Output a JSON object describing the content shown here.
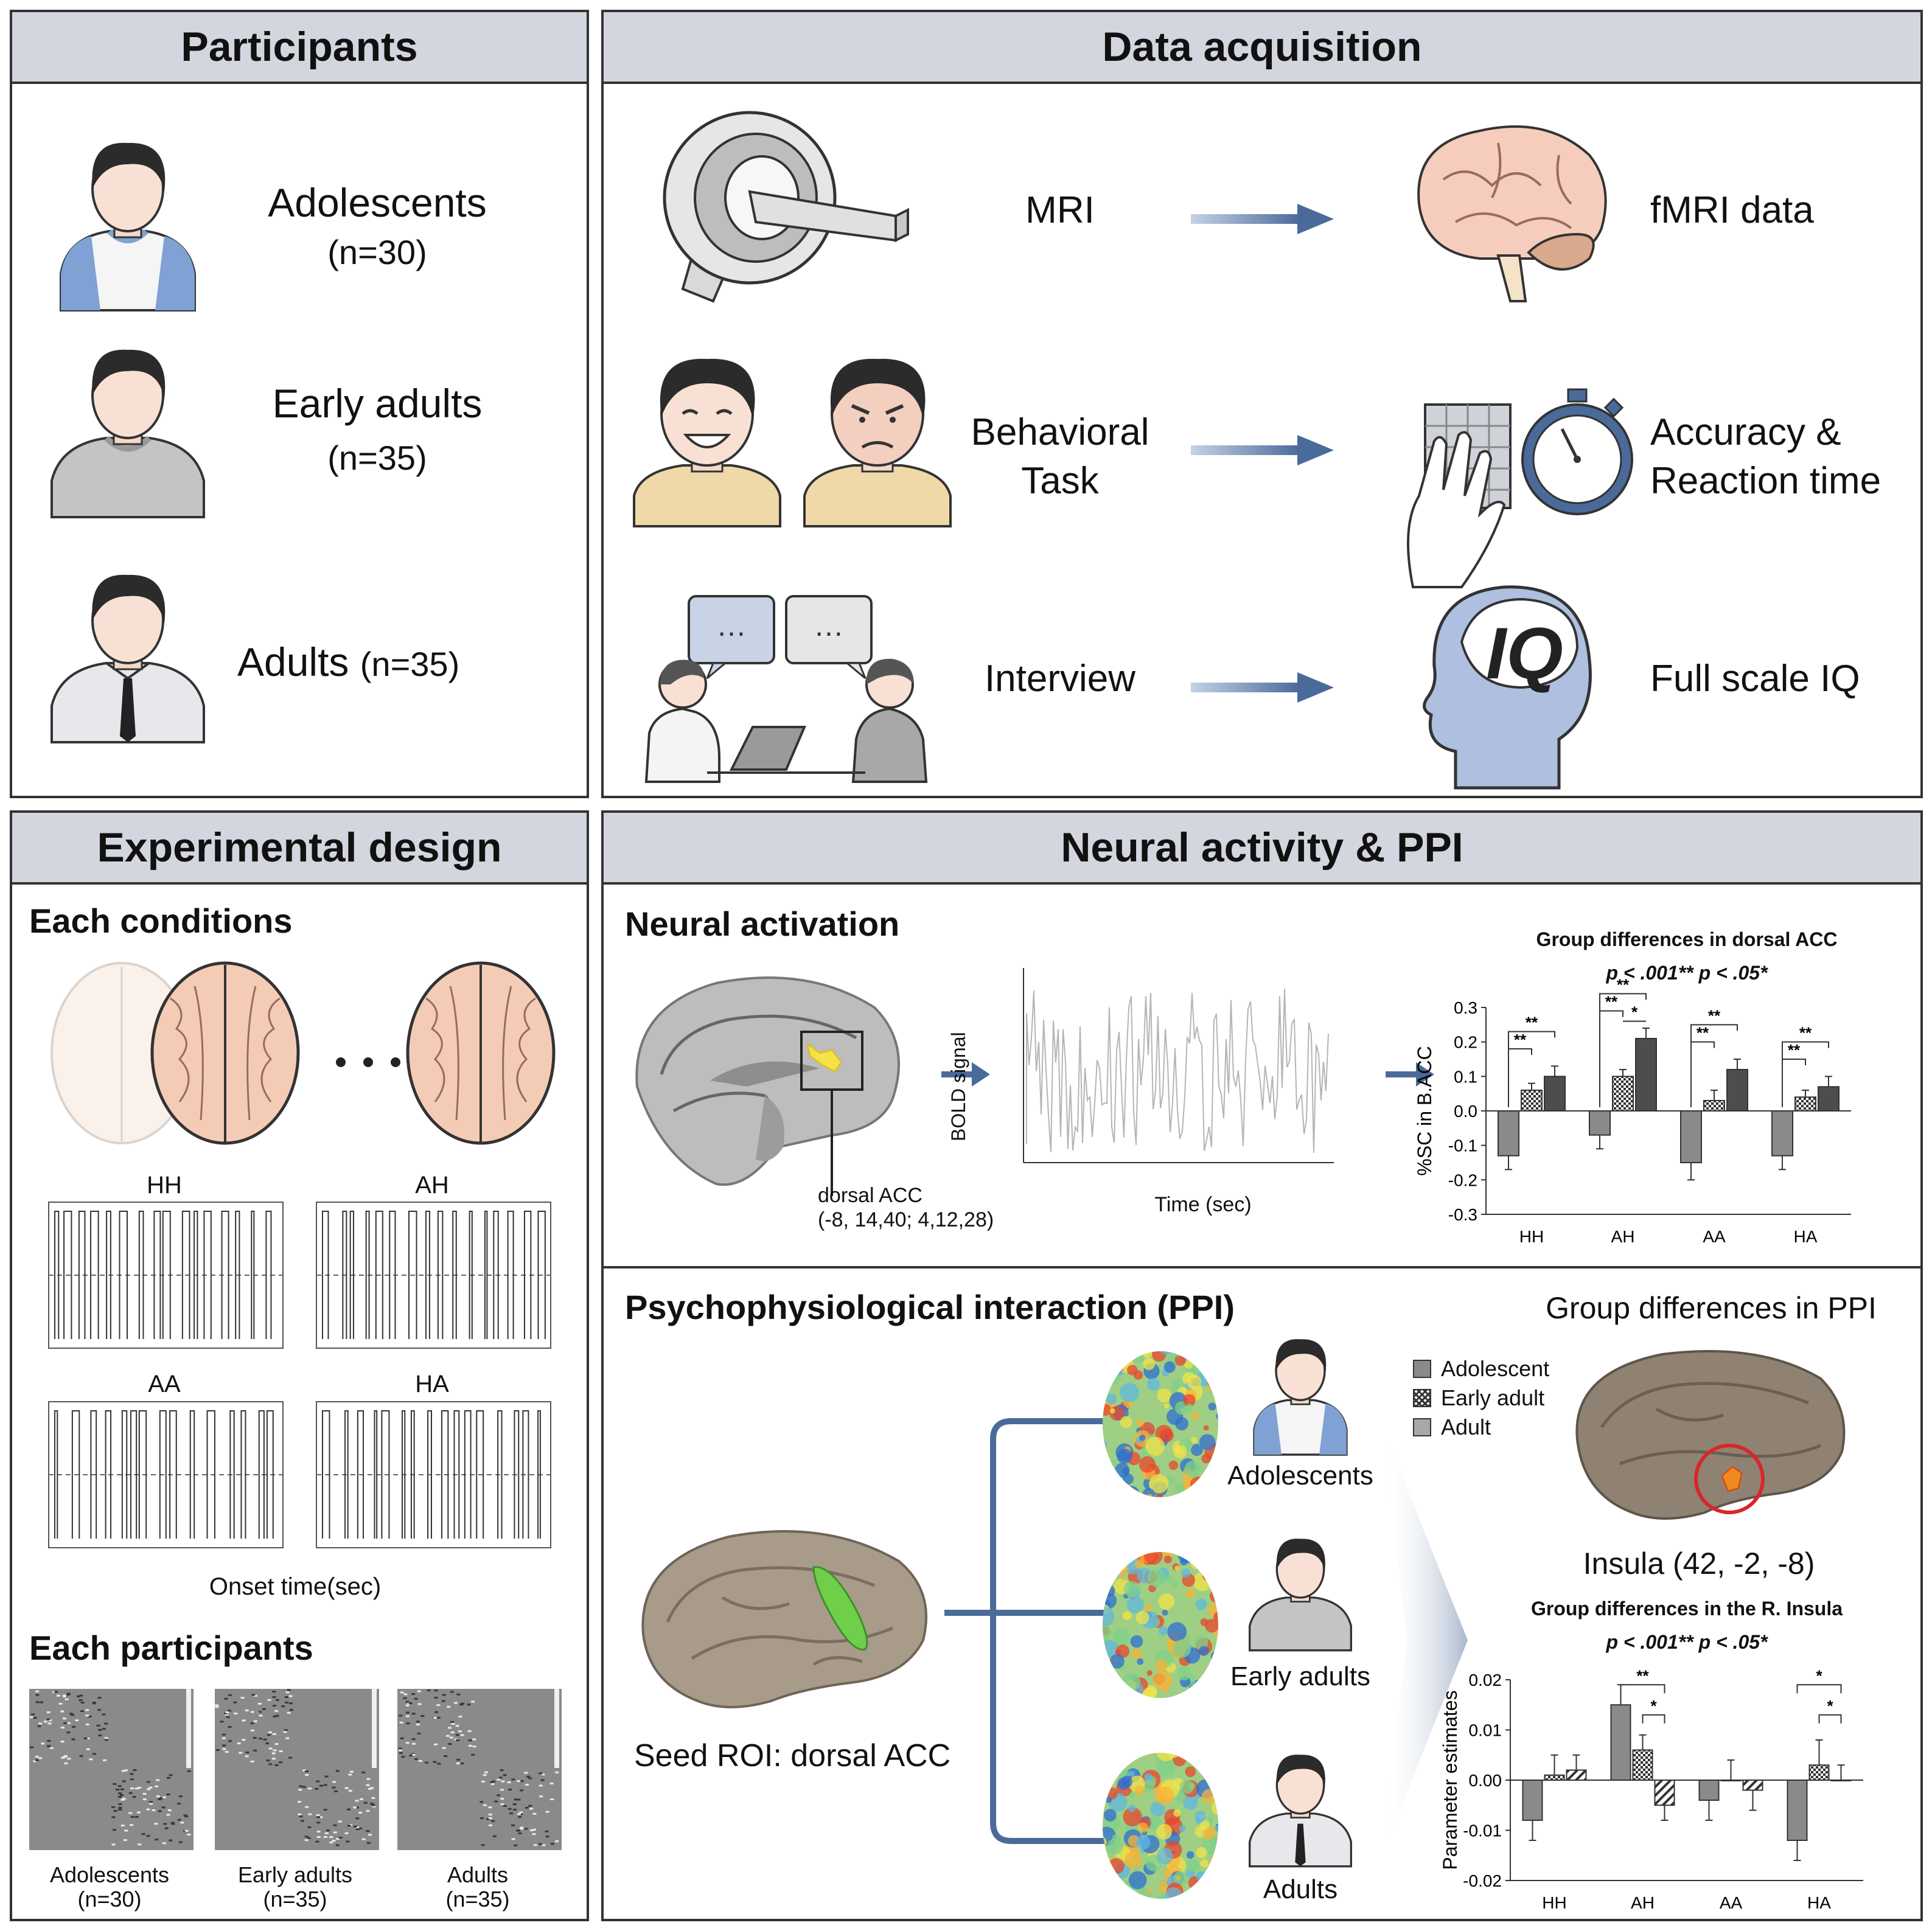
{
  "participants": {
    "title": "Participants",
    "groups": [
      {
        "name": "Adolescents",
        "n": "(n=30)"
      },
      {
        "name": "Early adults",
        "n": "(n=35)"
      },
      {
        "name": "Adults",
        "n": "(n=35)"
      }
    ]
  },
  "data_acquisition": {
    "title": "Data acquisition",
    "rows": [
      {
        "method": "MRI",
        "output": "fMRI data"
      },
      {
        "method_line1": "Behavioral",
        "method_line2": "Task",
        "output_line1": "Accuracy &",
        "output_line2": "Reaction time"
      },
      {
        "method": "Interview",
        "output": "Full scale IQ",
        "icon_text": "IQ"
      }
    ]
  },
  "experimental_design": {
    "title": "Experimental design",
    "each_conditions": "Each conditions",
    "conditions": [
      "HH",
      "AH",
      "AA",
      "HA"
    ],
    "onset_label": "Onset time(sec)",
    "each_participants": "Each participants",
    "participant_groups": [
      {
        "name": "Adolescents",
        "n": "(n=30)"
      },
      {
        "name": "Early adults",
        "n": "(n=35)"
      },
      {
        "name": "Adults",
        "n": "(n=35)"
      }
    ]
  },
  "neural": {
    "title": "Neural activity & PPI",
    "activation_title": "Neural activation",
    "roi_label_line1": "dorsal ACC",
    "roi_label_line2": "(-8, 14,40; 4,12,28)",
    "bold_ylabel": "BOLD signal",
    "bold_xlabel": "Time (sec)",
    "ppi_title": "Psychophysiological interaction (PPI)",
    "seed_label": "Seed ROI: dorsal ACC",
    "group_labels": [
      "Adolescents",
      "Early adults",
      "Adults"
    ],
    "ppi_group_title": "Group differences in PPI",
    "insula_label": "Insula (42, -2, -8)",
    "legend": [
      "Adolescent",
      "Early adult",
      "Adult"
    ]
  },
  "chart_data": [
    {
      "type": "bar",
      "title": "Group differences in dorsal ACC",
      "subtitle": "p < .001**   p < .05*",
      "ylabel": "%SC in B.ACC",
      "xlabel": "",
      "categories": [
        "HH",
        "AH",
        "AA",
        "HA"
      ],
      "ylim": [
        -0.3,
        0.3
      ],
      "yticks": [
        "0.3",
        "0.2",
        "0.1",
        "0.0",
        "-0.1",
        "-0.2",
        "-0.3"
      ],
      "series": [
        {
          "name": "Adolescent",
          "values": [
            -0.13,
            -0.07,
            -0.15,
            -0.13
          ],
          "errors": [
            0.04,
            0.04,
            0.05,
            0.04
          ],
          "color": "#8a8a8a"
        },
        {
          "name": "Early adult",
          "values": [
            0.06,
            0.1,
            0.03,
            0.04
          ],
          "errors": [
            0.02,
            0.02,
            0.03,
            0.02
          ],
          "color": "#c8c8c8"
        },
        {
          "name": "Adult",
          "values": [
            0.1,
            0.21,
            0.12,
            0.07
          ],
          "errors": [
            0.03,
            0.03,
            0.03,
            0.03
          ],
          "color": "#4d4d4d"
        }
      ],
      "significance": [
        "**",
        "**",
        "**",
        "**",
        "*",
        "**",
        "**",
        "**",
        "**"
      ]
    },
    {
      "type": "bar",
      "title": "Group differences in the R. Insula",
      "subtitle": "p < .001**   p < .05*",
      "ylabel": "Parameter estimates",
      "xlabel": "",
      "categories": [
        "HH",
        "AH",
        "AA",
        "HA"
      ],
      "ylim": [
        -0.02,
        0.02
      ],
      "yticks": [
        "0.02",
        "0.01",
        "0.00",
        "-0.01",
        "-0.02"
      ],
      "series": [
        {
          "name": "Adolescent",
          "values": [
            -0.008,
            0.015,
            -0.004,
            -0.012
          ],
          "errors": [
            0.004,
            0.004,
            0.004,
            0.004
          ],
          "color": "#8a8a8a"
        },
        {
          "name": "Early adult",
          "values": [
            0.001,
            0.006,
            0.0,
            0.003
          ],
          "errors": [
            0.004,
            0.003,
            0.004,
            0.005
          ],
          "color": "#c8c8c8"
        },
        {
          "name": "Adult",
          "values": [
            0.002,
            -0.005,
            -0.002,
            0.0
          ],
          "errors": [
            0.003,
            0.003,
            0.004,
            0.003
          ],
          "color": "#ffffff"
        }
      ],
      "significance": [
        "**",
        "*",
        "*",
        "*"
      ]
    }
  ]
}
